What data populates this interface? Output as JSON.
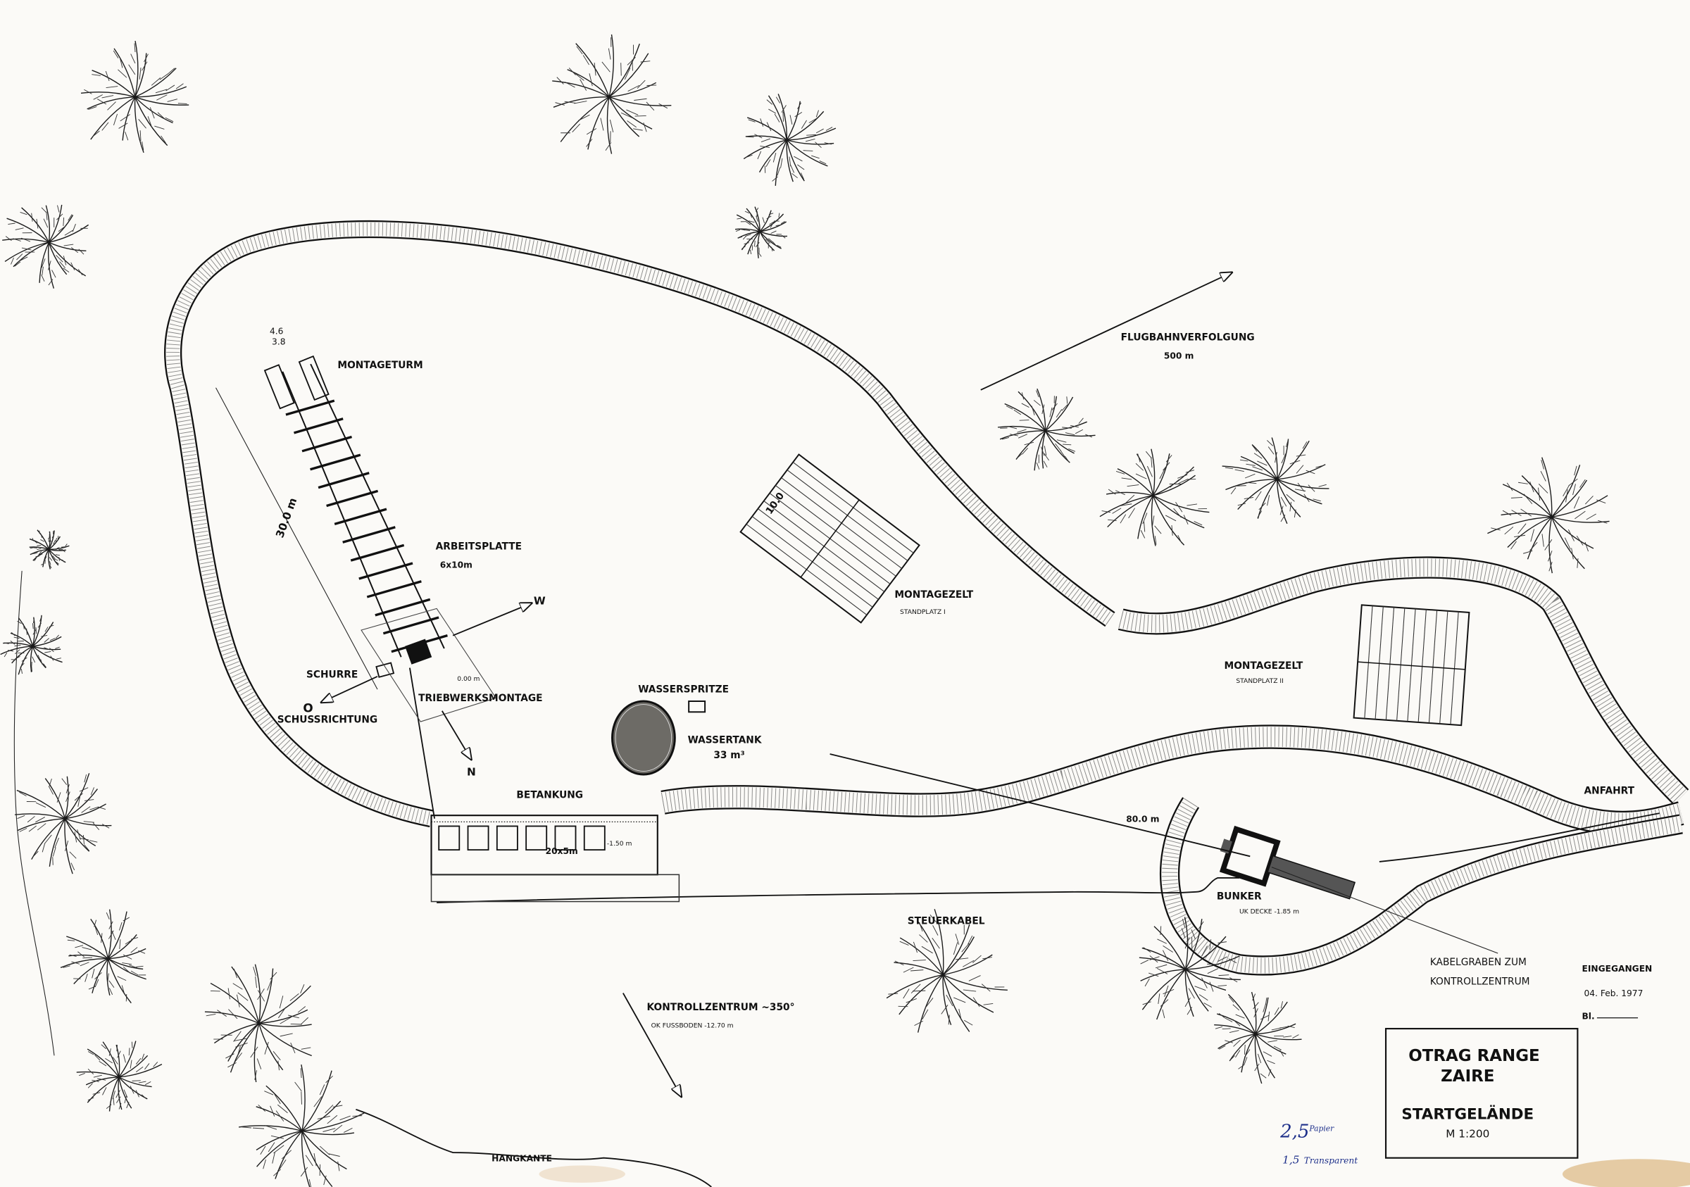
{
  "colors": {
    "paper": "#fbfaf7",
    "ink": "#111111",
    "pen_blue": "#1d2f8a",
    "stain": "#c9923e"
  },
  "labels": {
    "tower_width_outer": "4.6",
    "tower_width_inner": "3.8",
    "montageturm": "MONTAGETURM",
    "tower_length": "30.0 m",
    "arbeitsplatte": "ARBEITSPLATTE",
    "arbeitsplatte_size": "6x10m",
    "west": "W",
    "schurre": "SCHURRE",
    "east": "O",
    "schussrichtung": "SCHUSSRICHTUNG",
    "level_zero": "0.00 m",
    "triebwerksmontage": "TRIEBWERKSMONTAGE",
    "north": "N",
    "wasserspritze": "WASSERSPRITZE",
    "wassertank": "WASSERTANK",
    "wassertank_volume": "33 m³",
    "betankung": "BETANKUNG",
    "betankung_size": "20x5m",
    "betankung_level": "-1.50 m",
    "tent1_dim": "10.0",
    "montagezelt1": "MONTAGEZELT",
    "standplatz1": "STANDPLATZ I",
    "flugbahn": "FLUGBAHNVERFOLGUNG",
    "flugbahn_dist": "500 m",
    "montagezelt2": "MONTAGEZELT",
    "standplatz2": "STANDPLATZ II",
    "anfahrt": "ANFAHRT",
    "cable_dist": "80.0 m",
    "bunker": "BUNKER",
    "bunker_level": "UK DECKE -1.85 m",
    "steuerkabel": "STEUERKABEL",
    "kabelgraben_1": "KABELGRABEN ZUM",
    "kabelgraben_2": "KONTROLLZENTRUM",
    "kontrollzentrum": "KONTROLLZENTRUM ~350°",
    "fussboden": "OK FUSSBODEN -12.70 m",
    "hangkante": "HANGKANTE"
  },
  "stamp": {
    "line1": "EINGEGANGEN",
    "date": "04. Feb. 1977",
    "sheet": "Bl."
  },
  "title_block": {
    "line1": "OTRAG RANGE",
    "line2": "ZAIRE",
    "line3": "STARTGELÄNDE",
    "scale": "M 1:200"
  },
  "handwritten": {
    "line1_num": "2,5",
    "line1_word": "Papier",
    "line2_num": "1,5",
    "line2_word": "Transparent"
  }
}
